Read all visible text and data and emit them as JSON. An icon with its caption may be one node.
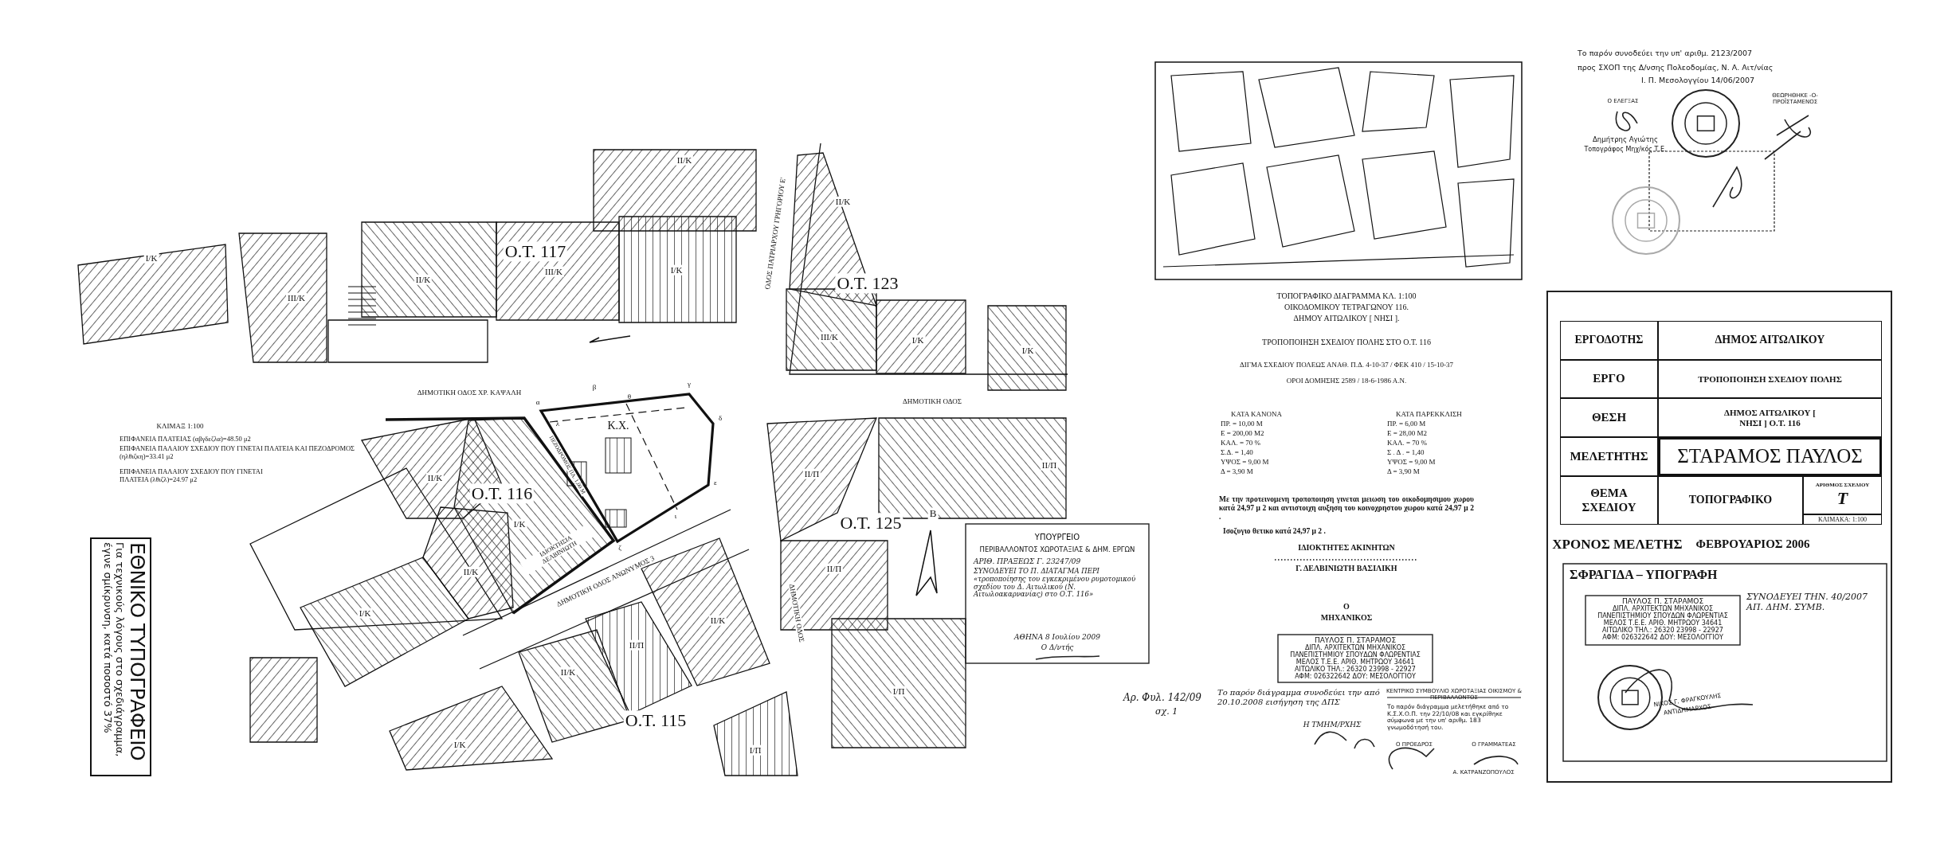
{
  "diagram": {
    "labels": [
      "I/K",
      "III/K",
      "II/K",
      "Ο.Τ. 117",
      "III/K",
      "II/K",
      "I/K",
      "ΟΔΟΣ ΠΑΤΡΙΑΡΧΟΥ ΓΡΗΓΟΡΙΟΥ Ε'",
      "II/K",
      "Ο.Τ. 123",
      "III/K",
      "I/K",
      "I/K",
      "ΔΗΜΟΤΙΚΗ ΟΔΟΣ ΧΡ. ΚΑΨΑΛΗ",
      "γ",
      "α",
      "β",
      "ΔΗΜΟΤΙΚΗ ΟΔΟΣ",
      "θ",
      "λ",
      "δ",
      "Κ.Χ.",
      "ΠΕΖΟΔΡΟΜΟΣ ΠΛ. 1,00 Μ",
      "II/K",
      "II/Π",
      "II/Π",
      "ε",
      "Ο.Τ. 116",
      "ι",
      "I/K",
      "ΙΔΙΟΚΤΗΣΙΑ ΔΕΛΒΙΝΙΩΤΗ",
      "Β",
      "Ο.Τ. 125",
      "ζ",
      "ΔΗΜΟΤΙΚΗ ΟΔΟΣ ΑΝΩΝΥΜΟΣ 3",
      "II/K",
      "II/Π",
      "I/K",
      "ΔΗΜΟΤΙΚΗ ΟΔΟΣ",
      "II/K",
      "II/Π",
      "II/K",
      "I/Π",
      "Ο.Τ. 115",
      "I/Π",
      "I/K",
      "ΚΛΙΜΑΞ 1:100",
      "ΕΠΙΦΑΝΕΙΑ ΠΛΑΤΕΙΑΣ (αβγδεζλα)=48.50 μ2",
      "ΕΠΙΦΑΝΕΙΑ ΠΑΛΑΙΟΥ ΣΧΕΔΙΟΥ ΠΟΥ ΓΙΝΕΤΑΙ ΠΛΑΤΕΙΑ ΚΑΙ ΠΕΖΟΔΡΟΜΟΣ (ηλθιζκη)=33.41 μ2",
      "ΕΠΙΦΑΝΕΙΑ ΠΑΛΑΙΟΥ ΣΧΕΔΙΟΥ ΠΟΥ ΓΙΝΕΤΑΙ ΠΛΑΤΕΙΑ (λθιζλ)=24.97 μ2",
      "Για τεχνικούς λόγους στο σχεδιάγραμμα, έγινε σμίκρυνση, κατά ποσοστό 37%",
      "ΕΘΝΙΚΟ ΤΥΠΟΓΡΑΦΕΙΟ",
      "ΥΠΟΥΡΓΕΙΟ",
      "ΠΕΡΙΒΑΛΛΟΝΤΟΣ ΧΩΡΟΤΑΞΙΑΣ & ΔΗΜ. ΕΡΓΩΝ",
      "ΑΡΙΘ. ΠΡΑΞΕΩΣ Γ. 23247/09",
      "ΣΥΝΟΔΕΥΕΙ ΤΟ Π. ΔΙΑΤΑΓΜΑ ΠΕΡΙ «τροποποίησης του εγκεκριμένου ρυμοτομικού σχεδίου του Δ. Αιτωλικού (Ν. Αιτωλοακαρνανίας) στο Ο.Τ. 116»",
      "ΑΘΗΝΑ 8 Ιουλίου 2009",
      "Ο Δ/ντής",
      "Αρ. Φυλ. 142/09",
      "σχ. 1",
      "ΤΟΠΟΓΡΑΦΙΚΟ ΔΙΑΓΡΑΜΜΑ ΚΛ. 1:100",
      "ΟΙΚΟΔΟΜΙΚΟΥ ΤΕΤΡΑΓΩΝΟΥ 116.",
      "ΔΗΜΟΥ ΑΙΤΩΛΙΚΟΥ [ ΝΗΣΙ ].",
      "ΤΡΟΠΟΠΟΙΗΣΗ ΣΧΕΔΙΟΥ ΠΟΛΗΣ ΣΤΟ Ο.Τ. 116",
      "ΔΙΓΜΑ ΣΧΕΔΙΟΥ ΠΟΛΕΩΣ ΑΝΑΘ. Π.Δ. 4-10-37 / ΦΕΚ 410 / 15-10-37",
      "ΟΡΟΙ ΔΟΜΗΣΗΣ 2589 / 18-6-1986 Α.Ν.",
      "ΚΑΤΑ ΚΑΝΟΝΑ",
      "ΚΑΤΑ ΠΑΡΕΚΚΛΙΣΗ",
      "ΠΡ. = 10,00 Μ",
      "ΠΡ. = 6,00 Μ",
      "Ε = 200,00 Μ2",
      "Ε = 28,00 Μ2",
      "ΚΑΛ. = 70 %",
      "ΚΑΛ. = 70 %",
      "Σ.Δ. = 1,40",
      "Σ . Δ . = 1,40",
      "ΥΨΟΣ = 9,00 Μ",
      "ΥΨΟΣ = 9,00 Μ",
      "Δ = 3,90 Μ",
      "Δ = 3,90 Μ",
      "Με την προτεινομενη τροποποιηση γινεται μειωση του οικοδομησιμου χωρου κατά 24,97 μ 2 και αντιστοιχη αυξηση του κοινοχρηστου χωρου κατά 24,97 μ 2 .",
      "Ισοζυγιο θετικο κατά 24,97 μ 2 .",
      "ΙΔΙΟΚΤΗΤΕΣ ΑΚΙΝΗΤΩΝ",
      "Γ. ΔΕΛΒΙΝΙΩΤΗ ΒΑΣΙΛΙΚΗ",
      "Ο",
      "ΜΗΧΑΝΙΚΟΣ",
      "ΠΑΥΛΟΣ Π. ΣΤΑΡΑΜΟΣ",
      "ΔΙΠΛ. ΑΡΧΙΤΕΚΤΩΝ ΜΗΧΑΝΙΚΟΣ",
      "ΠΑΝΕΠΙΣΤΗΜΙΟΥ ΣΠΟΥΔΩΝ ΦΛΩΡΕΝΤΙΑΣ",
      "ΜΕΛΟΣ Τ.Ε.Ε. ΑΡΙΘ. ΜΗΤΡΩΟΥ 34641",
      "ΑΙΤΩΛΙΚΟ ΤΗΛ.: 26320 23998 - 22927",
      "ΑΦΜ: 026322642 ΔΟΥ: ΜΕΣΟΛΟΓΓΙΟΥ",
      "Το παρόν διάγραμμα συνοδεύει την από 20.10.2008 εισήγηση της ΔΠΣ",
      "Η ΤΜΗΜ/ΡΧΗΣ",
      "ΚΕΝΤΡΙΚΟ ΣΥΜΒΟΥΛΙΟ ΧΩΡΟΤΑΞΙΑΣ ΟΙΚΙΣΜΟΥ & ΠΕΡΙΒΑΛΛΟΝΤΟΣ",
      "Το παρόν διάγραμμα μελετήθηκε από το Κ.Σ.Χ.Ο.Π. την 22/10/08 και εγκρίθηκε σύμφωνα με την υπ' αριθμ. 183 γνωμοδότησή του.",
      "Ο ΠΡΟΕΔΡΟΣ",
      "Ο ΓΡΑΜΜΑΤΕΑΣ",
      "Α. ΚΑΤΡΑΝΖΟΠΟΥΛΟΣ",
      "Το παρόν συνοδεύει την υπ' αριθμ. 2123/2007",
      "προς ΣΧΟΠ της Δ/νσης Πολεοδομίας, Ν. Α. Αιτ/νίας",
      "Ι. Π. Μεσολογγίου 14/06/2007",
      "Ο ΕΛΕΓΞΑΣ",
      "ΘΕΩΡΗΘΗΚΕ -Ο- ΠΡΟΪΣΤΑΜΕΝΟΣ",
      "Δημήτρης Αγιώτης",
      "Τοπογράφος Μηχ/κός Τ.Ε.",
      "ΕΡΓΟΔΟΤΗΣ",
      "ΔΗΜΟΣ ΑΙΤΩΛΙΚΟΥ",
      "ΕΡΓΟ",
      "ΤΡΟΠΟΠΟΙΗΣΗ ΣΧΕΔΙΟΥ ΠΟΛΗΣ",
      "ΘΕΣΗ",
      "ΔΗΜΟΣ ΑΙΤΩΛΙΚΟΥ [ ΝΗΣΙ ] Ο.Τ. 116",
      "ΜΕΛΕΤΗΤΗΣ",
      "ΣΤΑΡΑΜΟΣ ΠΑΥΛΟΣ",
      "ΘΕΜΑ ΣΧΕΔΙΟΥ",
      "ΤΟΠΟΓΡΑΦΙΚΟ",
      "ΑΡΙΘΜΟΣ ΣΧΕΔΙΟΥ",
      "Τ",
      "ΚΛΙΜΑΚΑ: 1:100",
      "ΧΡΟΝΟΣ ΜΕΛΕΤΗΣ",
      "ΦΕΒΡΟΥΑΡΙΟΣ 2006",
      "ΣΦΡΑΓΙΔΑ – ΥΠΟΓΡΑΦΗ",
      "ΠΑΥΛΟΣ Π. ΣΤΑΡΑΜΟΣ",
      "ΔΙΠΛ. ΑΡΧΙΤΕΚΤΩΝ ΜΗΧΑΝΙΚΟΣ",
      "ΠΑΝΕΠΙΣΤΗΜΙΟΥ ΣΠΟΥΔΩΝ ΦΛΩΡΕΝΤΙΑΣ",
      "ΜΕΛΟΣ Τ.Ε.Ε. ΑΡΙΘ. ΜΗΤΡΩΟΥ 34641",
      "ΑΙΤΩΛΙΚΟ ΤΗΛ.: 26320 23998 - 22927",
      "ΑΦΜ: 026322642 ΔΟΥ: ΜΕΣΟΛΟΓΓΙΟΥ",
      "ΣΥΝΟΔΕΥΕΙ ΤΗΝ. 40/2007 ΑΠ. ΔΗΜ. ΣΥΜΒ.",
      "ΝΙΚΟΣ Γ. ΦΡΑΓΚΟΥΛΗΣ",
      "ΑΝΤΙΔΗΜΑΡΧΟΣ"
    ]
  }
}
